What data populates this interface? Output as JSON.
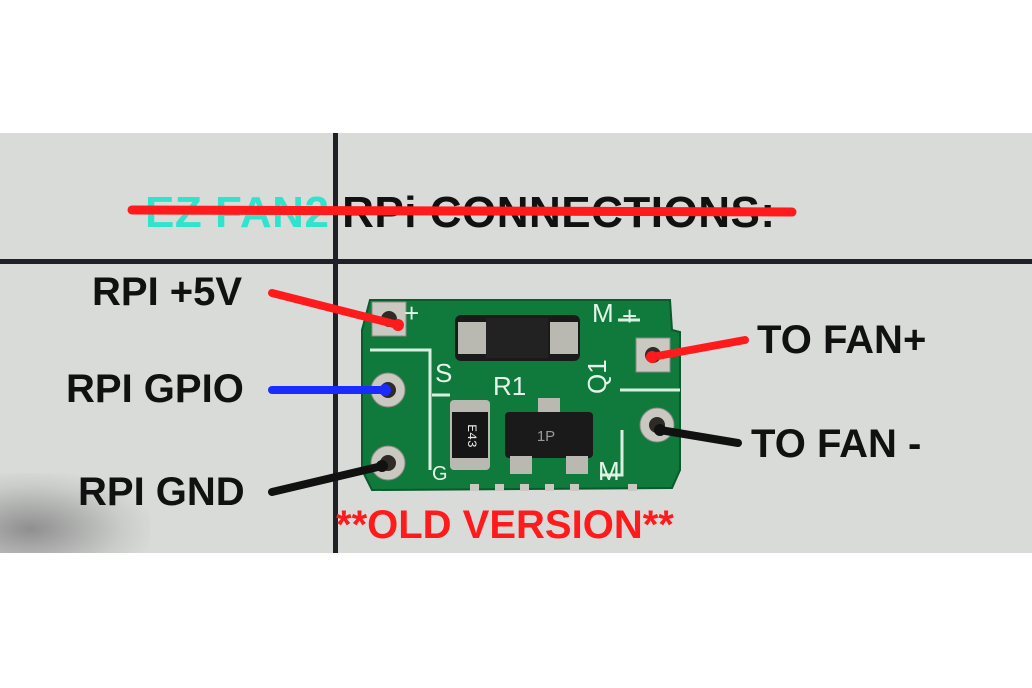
{
  "title": {
    "part1": "EZ FAN2",
    "part2": " RPi CONNECTIONS:"
  },
  "labels": {
    "rpi_5v": "RPI +5V",
    "rpi_gpio": "RPI GPIO",
    "rpi_gnd": "RPI GND",
    "fan_plus": "TO FAN+",
    "fan_minus": "TO FAN -",
    "old_version": "**OLD VERSION**"
  },
  "pcb": {
    "silk": {
      "plus_left": "+",
      "m_top": "M",
      "plus_right": "+",
      "s": "S",
      "r1": "R1",
      "q1": "Q1",
      "g": "G",
      "m_bottom": "M"
    },
    "resistor_marking": "E43",
    "transistor_marking": "1P"
  },
  "colors": {
    "wire_red": "#ff1b1b",
    "wire_blue": "#1b2bff",
    "wire_black": "#111111",
    "strike": "#ff1b1b",
    "title_cyan": "#2fe3cc",
    "pcb_green": "#0f7a3c"
  }
}
